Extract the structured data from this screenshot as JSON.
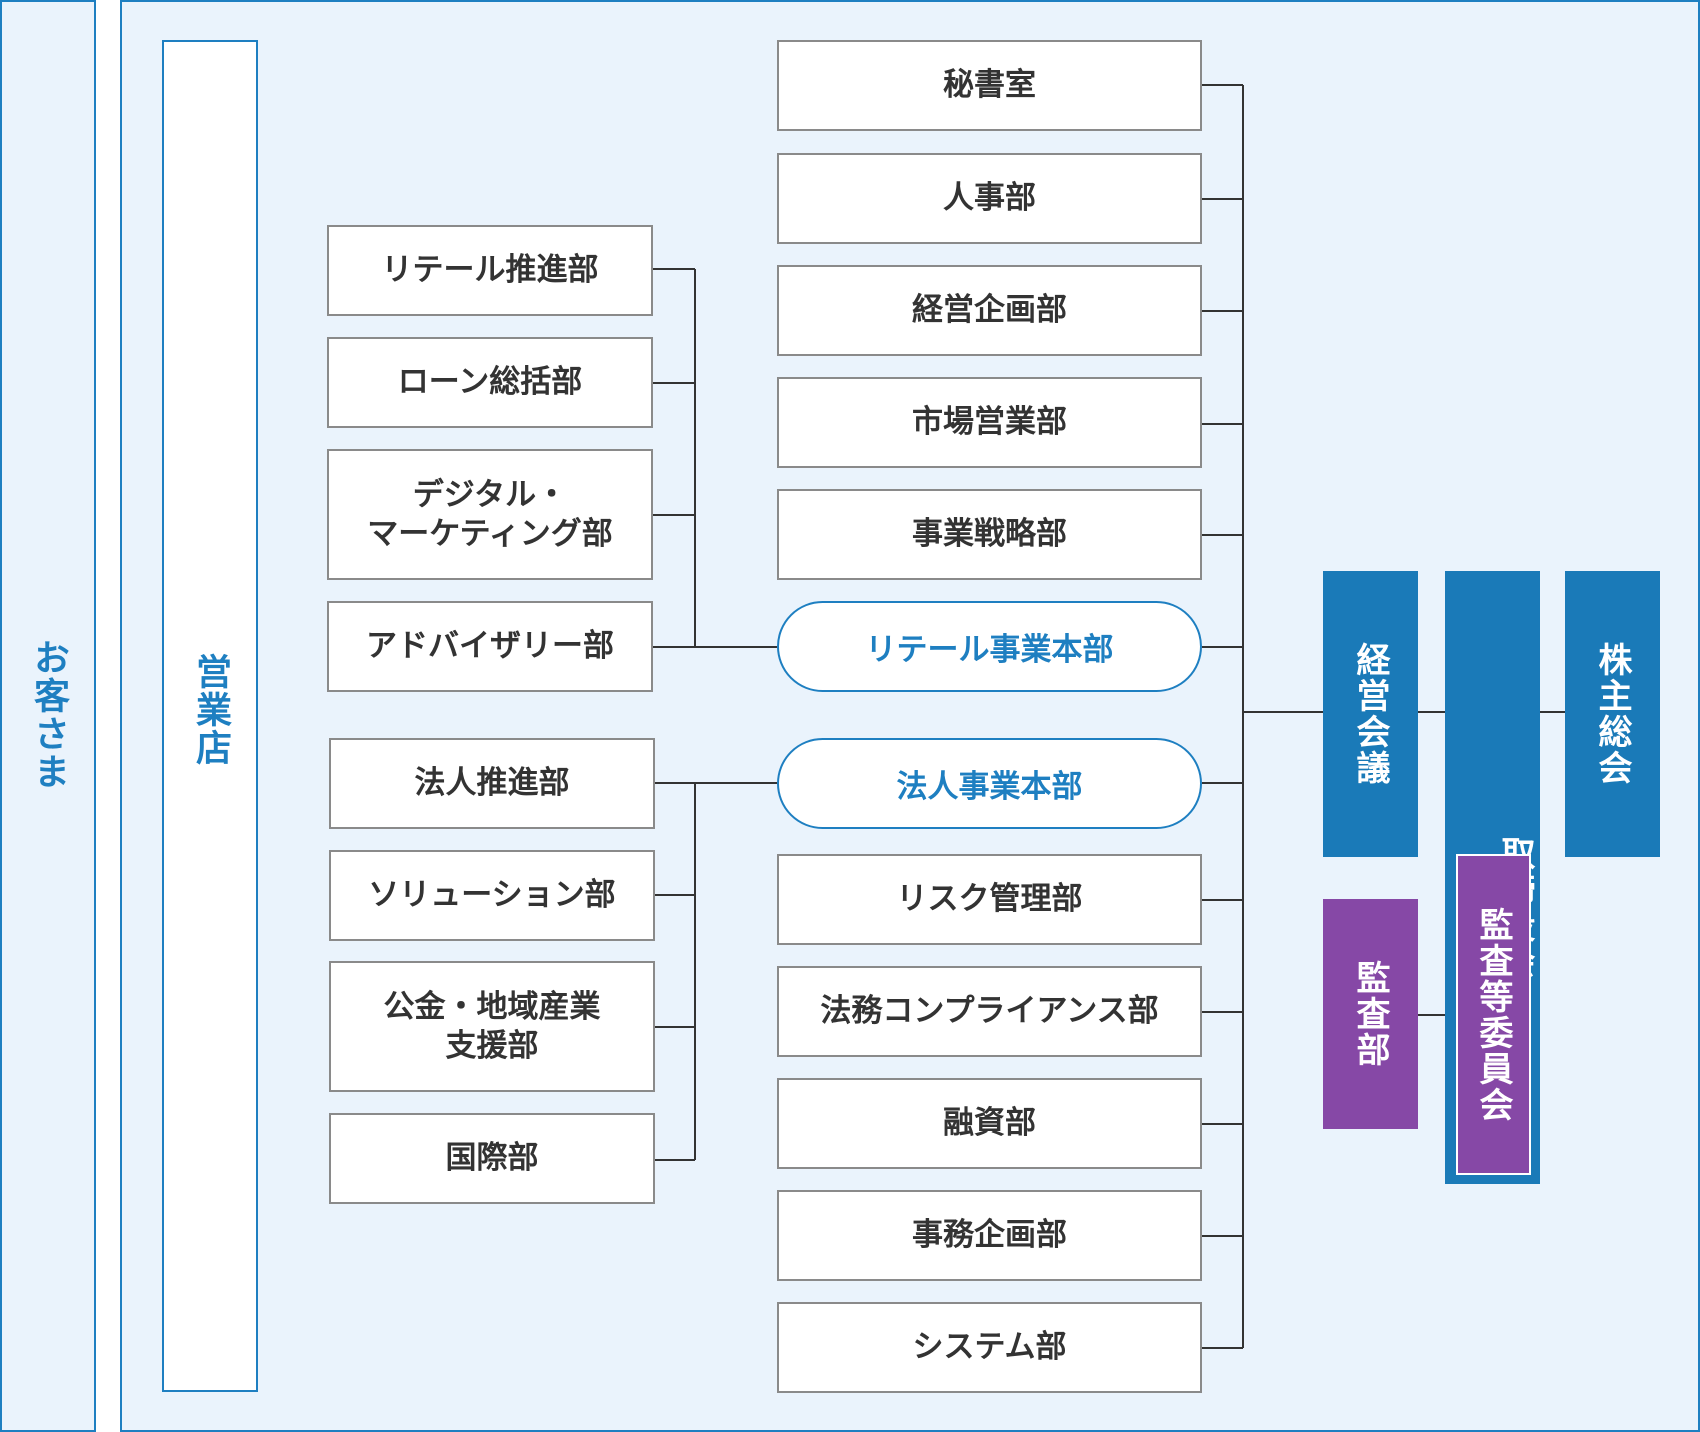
{
  "customers": "お客さま",
  "branch": "営業店",
  "retail_departments": [
    "リテール推進部",
    "ローン総括部",
    "デジタル・\nマーケティング部",
    "アドバイザリー部"
  ],
  "corporate_departments": [
    "法人推進部",
    "ソリューション部",
    "公金・地域産業\n支援部",
    "国際部"
  ],
  "headquarters_top": [
    "秘書室",
    "人事部",
    "経営企画部",
    "市場営業部",
    "事業戦略部"
  ],
  "retail_hq": "リテール事業本部",
  "corporate_hq": "法人事業本部",
  "headquarters_bottom": [
    "リスク管理部",
    "法務コンプライアンス部",
    "融資部",
    "事務企画部",
    "システム部"
  ],
  "governance": {
    "management_meeting": "経営会議",
    "board": "取締役会",
    "shareholders": "株主総会",
    "audit_dept": "監査部",
    "audit_committee": "監査等委員会"
  },
  "colors": {
    "blue": "#1a7ab8",
    "purple": "#8648a6",
    "panel": "#eaf3fc",
    "accent": "#1e7fc1"
  }
}
